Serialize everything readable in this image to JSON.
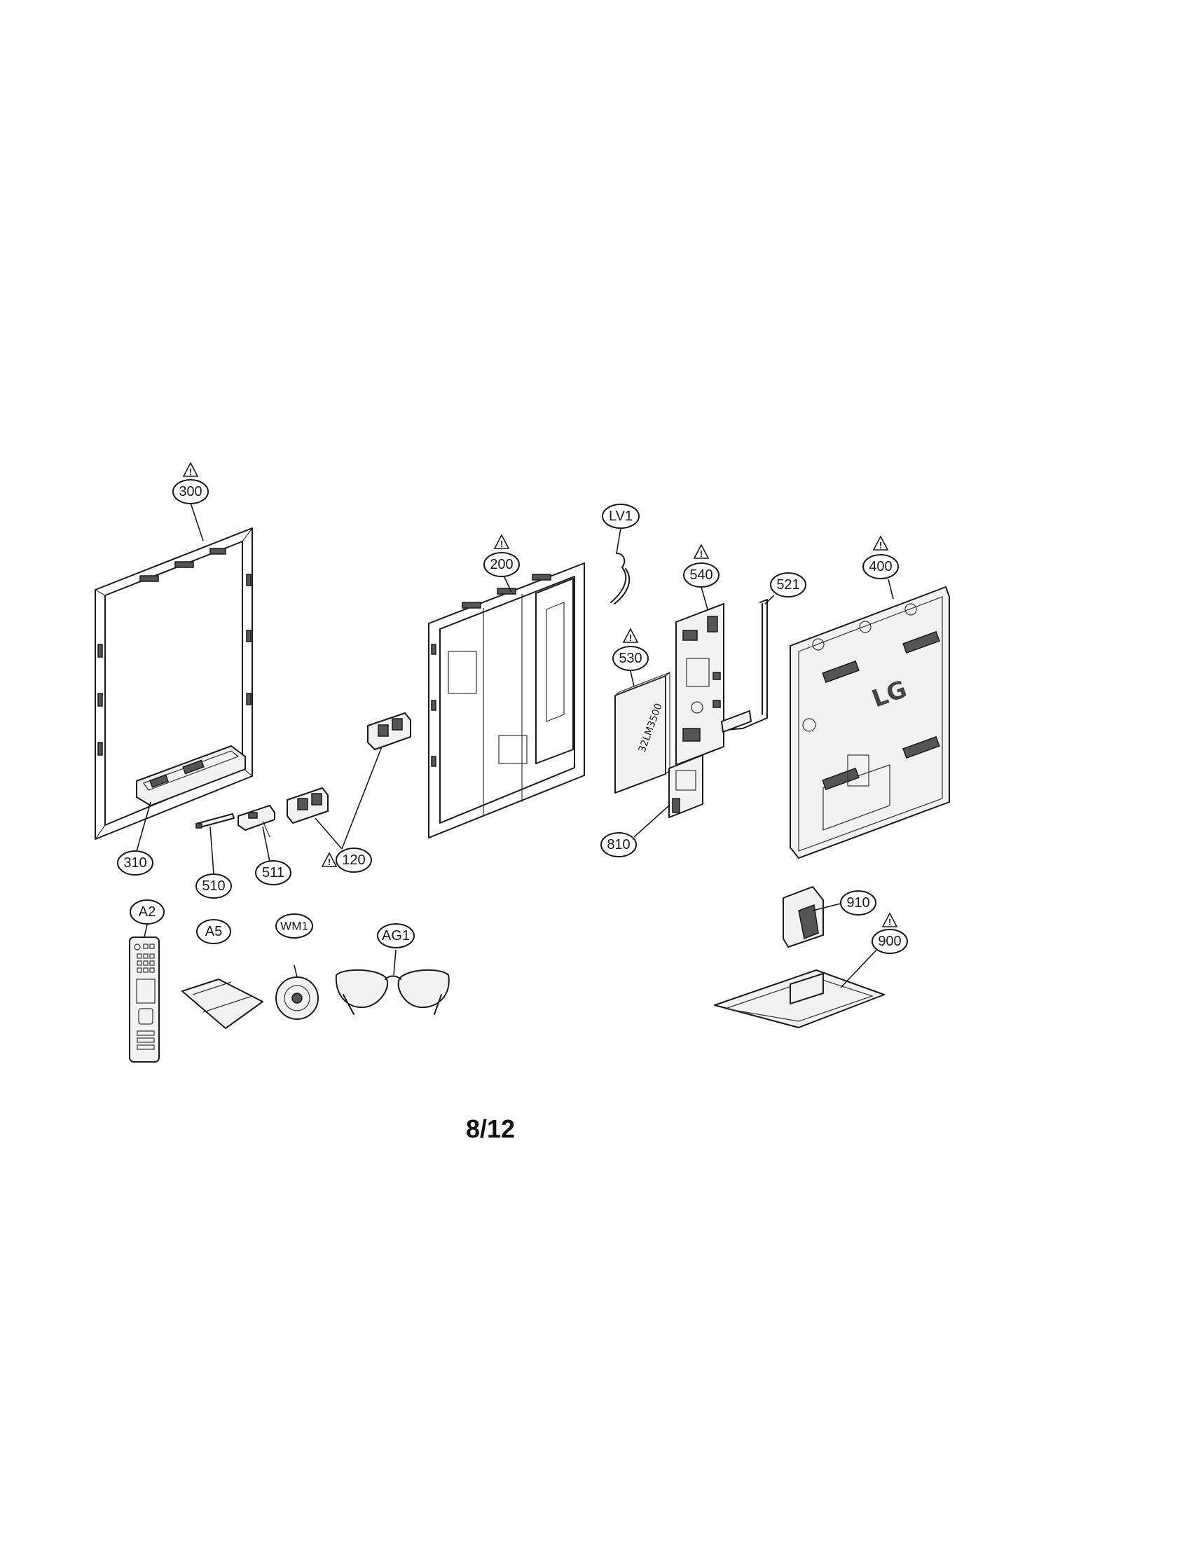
{
  "diagram": {
    "page_number": "8/12",
    "parts": [
      {
        "id": "300",
        "label": "300",
        "warning": true
      },
      {
        "id": "200",
        "label": "200",
        "warning": true
      },
      {
        "id": "LV1",
        "label": "LV1",
        "warning": false
      },
      {
        "id": "540",
        "label": "540",
        "warning": true
      },
      {
        "id": "521",
        "label": "521",
        "warning": false
      },
      {
        "id": "400",
        "label": "400",
        "warning": true
      },
      {
        "id": "530",
        "label": "530",
        "warning": true
      },
      {
        "id": "310",
        "label": "310",
        "warning": false
      },
      {
        "id": "510",
        "label": "510",
        "warning": false
      },
      {
        "id": "511",
        "label": "511",
        "warning": false
      },
      {
        "id": "120",
        "label": "120",
        "warning": true
      },
      {
        "id": "810",
        "label": "810",
        "warning": false
      },
      {
        "id": "910",
        "label": "910",
        "warning": false
      },
      {
        "id": "900",
        "label": "900",
        "warning": true
      },
      {
        "id": "A2",
        "label": "A2",
        "warning": false
      },
      {
        "id": "A5",
        "label": "A5",
        "warning": false
      },
      {
        "id": "WM1",
        "label": "WM1",
        "warning": false
      },
      {
        "id": "AG1",
        "label": "AG1",
        "warning": false
      }
    ],
    "board_stamp": "32LM3500",
    "logo_text": "LG",
    "warning_symbol": "warning-triangle-icon"
  }
}
